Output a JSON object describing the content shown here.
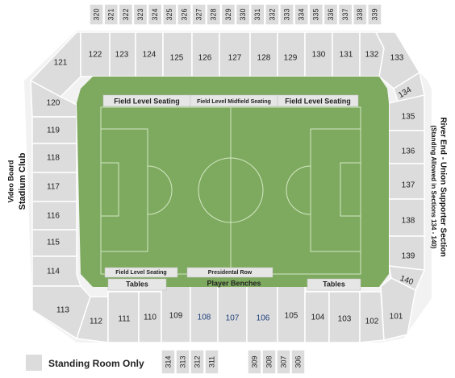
{
  "colors": {
    "field": "#7eaa5f",
    "section": "#dcdcdc",
    "strip": "#e6e6e6",
    "blue_text": "#1f3f7a"
  },
  "sections": {
    "upper_north": [
      "320",
      "321",
      "322",
      "323",
      "324",
      "325",
      "326",
      "327",
      "328",
      "329",
      "330",
      "331",
      "332",
      "333",
      "334",
      "335",
      "336",
      "337",
      "338",
      "339"
    ],
    "north": [
      "121",
      "122",
      "123",
      "124",
      "125",
      "126",
      "127",
      "128",
      "129",
      "130",
      "131",
      "132",
      "133"
    ],
    "west": [
      "120",
      "119",
      "118",
      "117",
      "116",
      "115",
      "114",
      "113"
    ],
    "east": [
      "134",
      "135",
      "136",
      "137",
      "138",
      "139",
      "140"
    ],
    "south": [
      "112",
      "111",
      "110",
      "109",
      "108",
      "107",
      "106",
      "105",
      "104",
      "103",
      "102",
      "101"
    ],
    "upper_south_left": [
      "314",
      "313",
      "312",
      "311"
    ],
    "upper_south_right": [
      "309",
      "308",
      "307",
      "306"
    ]
  },
  "field": {
    "field_level_left": "Field Level Seating",
    "midfield": "Field Level Midfield Seating",
    "field_level_right": "Field Level Seating",
    "field_level_bottom": "Field Level Seating",
    "presidential": "Presidental Row",
    "player_benches": "Player Benches",
    "tables_left": "Tables",
    "tables_right": "Tables"
  },
  "side_labels": {
    "video_board": "Video Board",
    "stadium_club": "Stadium Club",
    "river_end": "River End - Union Supporter Section",
    "standing_note": "(Standing Allowed in Sections 134 - 140)"
  },
  "legend": {
    "standing_room_only": "Standing Room Only"
  }
}
